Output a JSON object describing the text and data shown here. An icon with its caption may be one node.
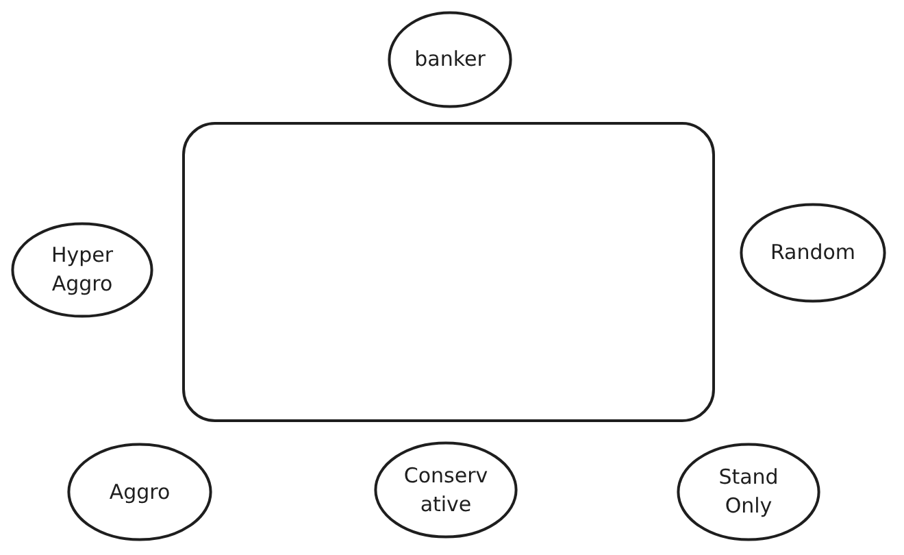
{
  "diagram": {
    "nodes": [
      {
        "text": [
          "banker"
        ]
      },
      {
        "text": [],
        "shape": "box"
      },
      {
        "text": [
          "Hyper Aggro"
        ]
      },
      {
        "text": [
          "Random"
        ]
      },
      {
        "text": [
          "Aggro"
        ]
      },
      {
        "text": [
          "Conserv ative"
        ]
      },
      {
        "text": [
          "Stand Only"
        ]
      }
    ]
  }
}
